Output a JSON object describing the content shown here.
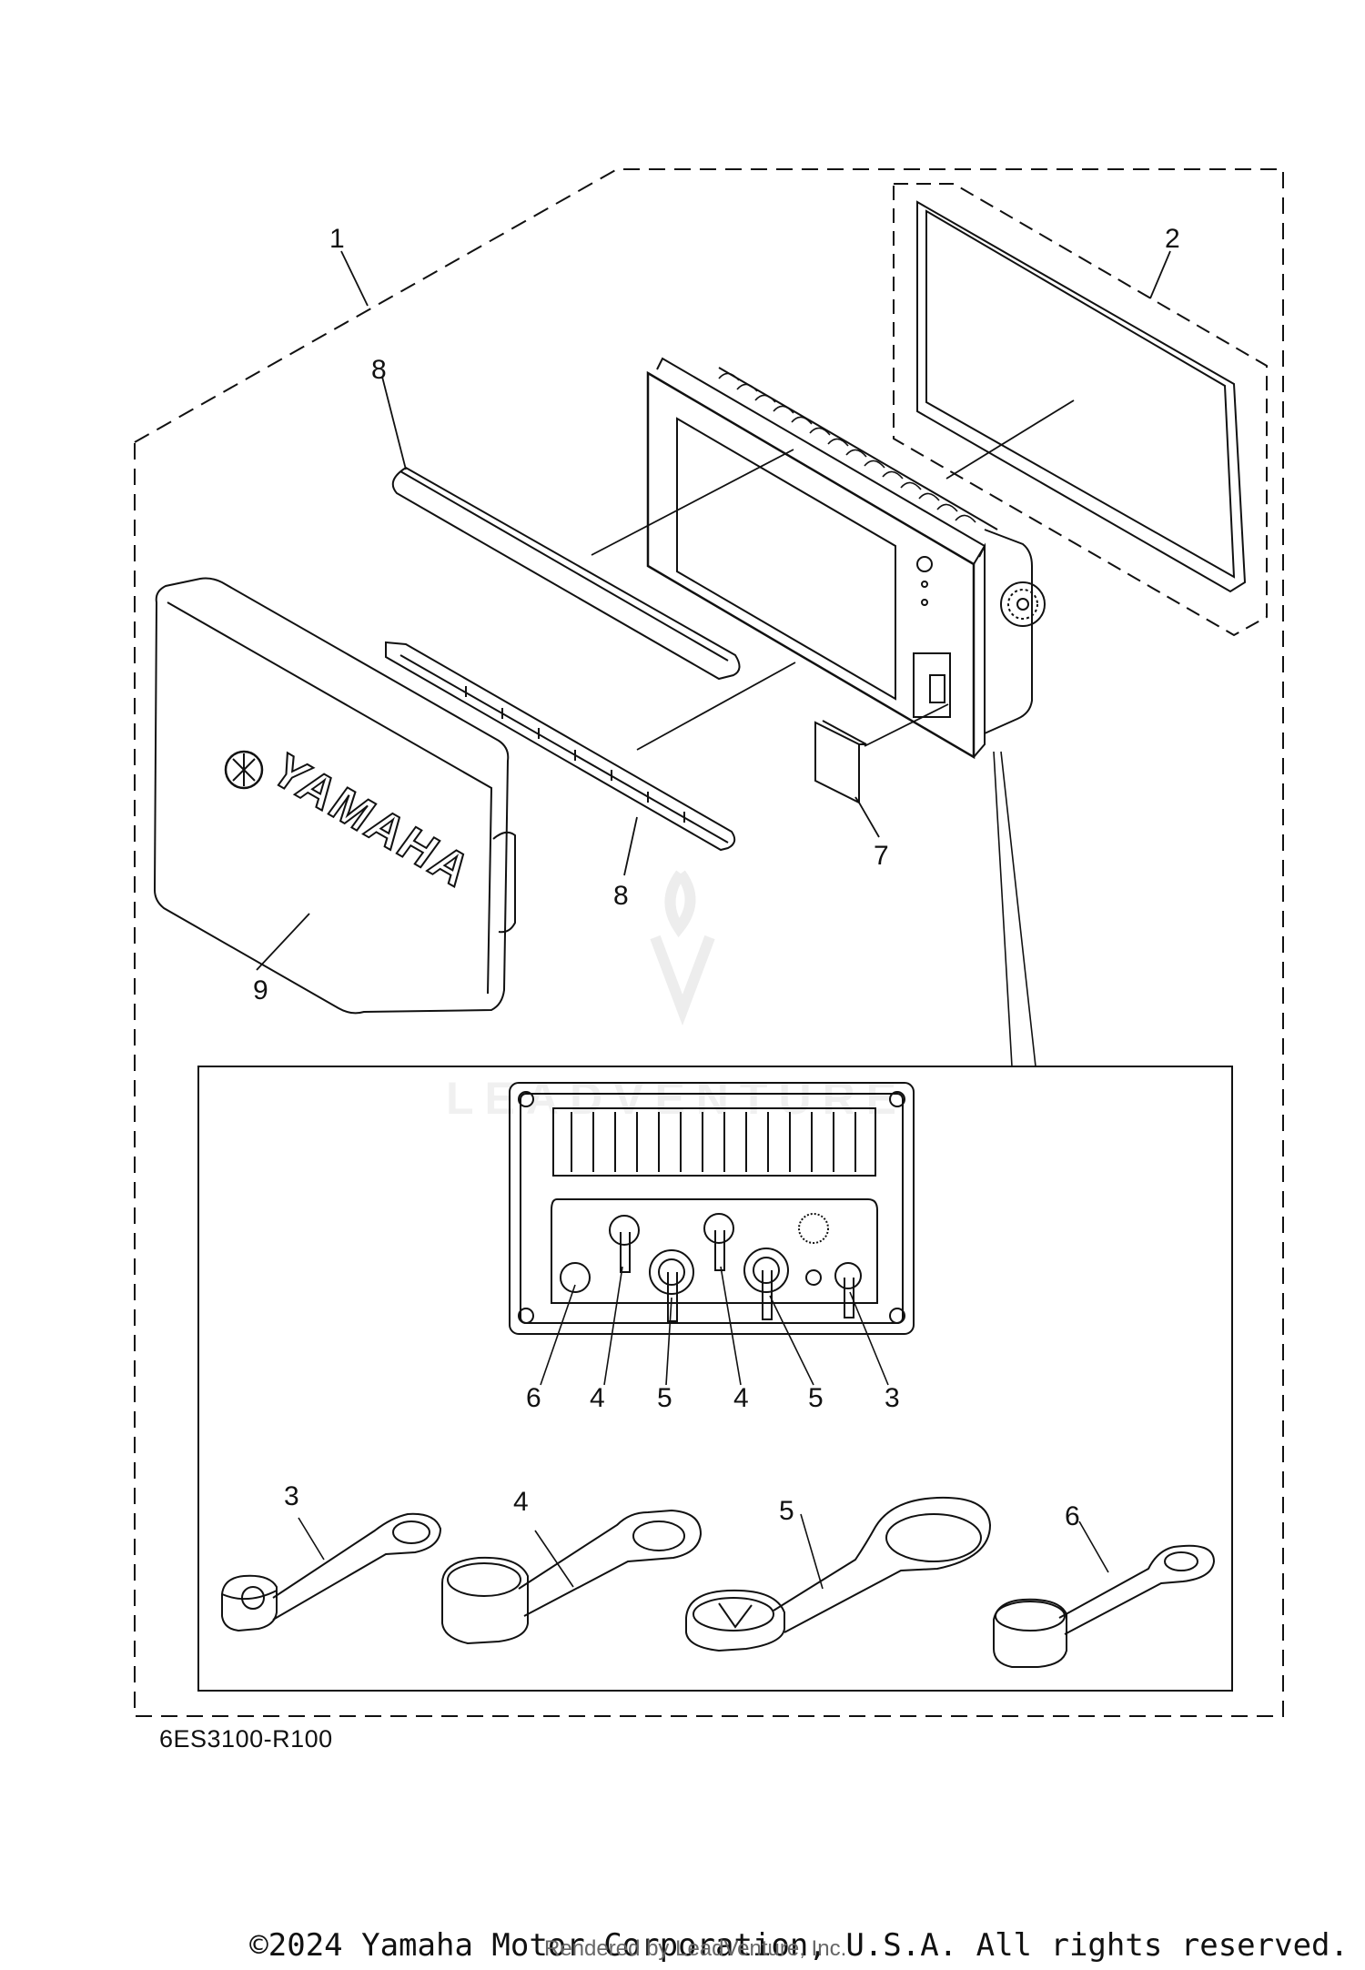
{
  "diagram": {
    "part_code": "6ES3100-R100",
    "copyright": "©2024 Yamaha Motor Corporation, U.S.A. All rights reserved.",
    "rendered_by": "Rendered by LeadVenture, Inc.",
    "watermark": "LEADVENTURE",
    "brand_on_cover": "YAMAHA",
    "callouts": {
      "c1": "1",
      "c2": "2",
      "c8a": "8",
      "c8b": "8",
      "c7": "7",
      "c9": "9",
      "d6": "6",
      "d4a": "4",
      "d5a": "5",
      "d4b": "4",
      "d5b": "5",
      "d3": "3",
      "p3": "3",
      "p4": "4",
      "p5": "5",
      "p6": "6"
    }
  }
}
